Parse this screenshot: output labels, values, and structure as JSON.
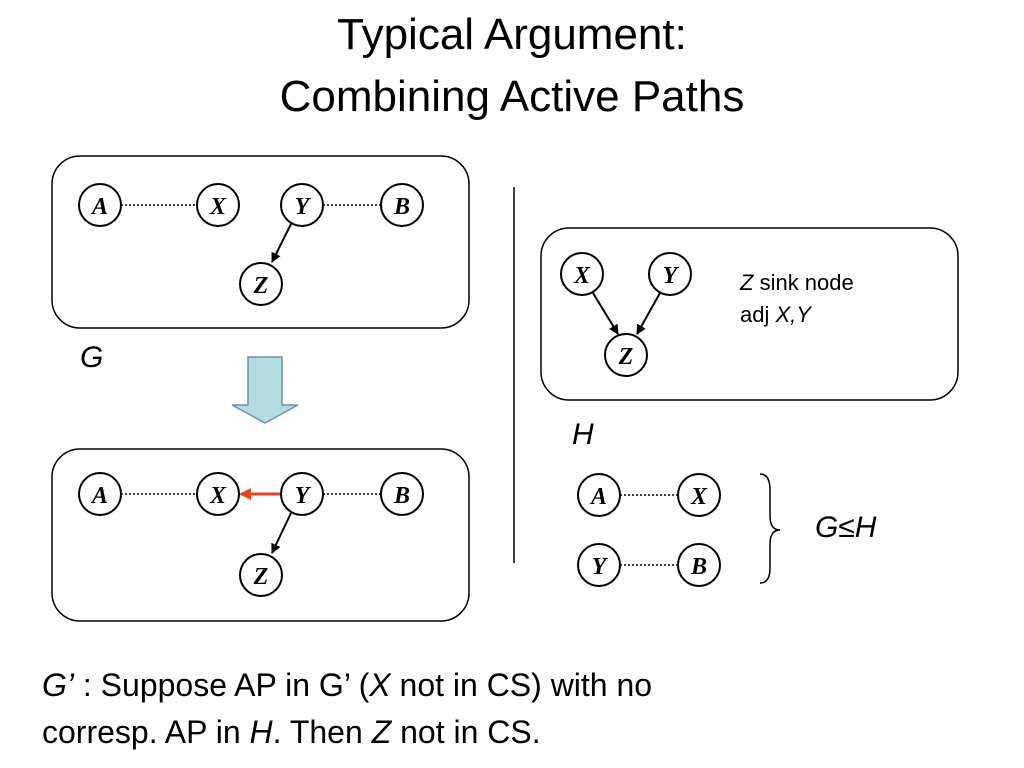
{
  "title": {
    "line1": "Typical Argument:",
    "line2": "Combining Active Paths"
  },
  "nodes": {
    "A": "A",
    "B": "B",
    "X": "X",
    "Y": "Y",
    "Z": "Z"
  },
  "labels": {
    "g": "G",
    "h": "H",
    "g_leq_h": "G≤H"
  },
  "note": {
    "line1_italic": "Z",
    "line1_rest": " sink node",
    "line2_prefix": "adj ",
    "line2_italic": "X,Y"
  },
  "caption": {
    "line1_g_prime": "G’",
    "line1_a": " : Suppose AP in G’ (",
    "line1_x": "X",
    "line1_b": " not in CS) with no",
    "line2_a": "corresp. AP in ",
    "line2_h": "H",
    "line2_b": ". Then ",
    "line2_z": "Z",
    "line2_c": " not in CS."
  },
  "colors": {
    "highlight_edge": "#e8431c",
    "transform_arrow_fill": "#b3dde0",
    "transform_arrow_stroke": "#6e8fb0"
  }
}
